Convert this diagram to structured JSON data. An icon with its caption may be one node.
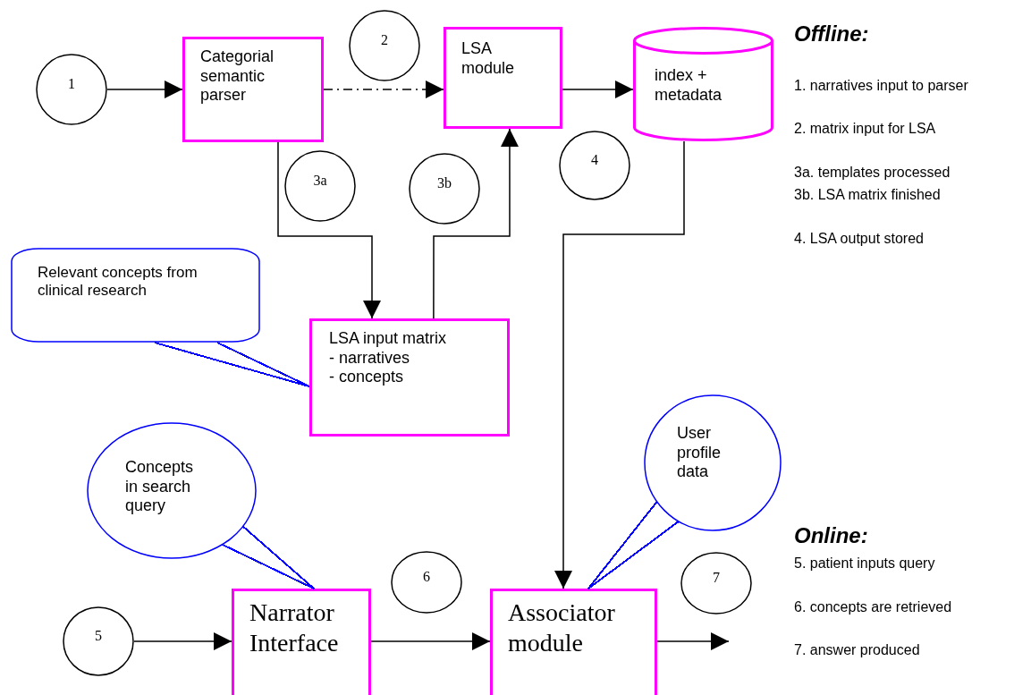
{
  "diagram": {
    "nodes": [
      {
        "text": [
          "1"
        ]
      },
      {
        "text": [
          "Categorial semantic parser"
        ]
      },
      {
        "text": [
          "2"
        ]
      },
      {
        "text": [
          "LSA module"
        ]
      },
      {
        "text": [
          "index + metadata"
        ]
      },
      {
        "text": [
          "3a"
        ]
      },
      {
        "text": [
          "3b"
        ]
      },
      {
        "text": [
          "4"
        ]
      },
      {
        "text": [
          "Relevant concepts from clinical research"
        ]
      },
      {
        "text": [
          "LSA input matrix",
          "- narratives",
          "- concepts"
        ]
      },
      {
        "text": [
          "Concepts in search query"
        ]
      },
      {
        "text": [
          "User profile data"
        ]
      },
      {
        "text": [
          "5"
        ]
      },
      {
        "text": [
          "Narrator Interface"
        ]
      },
      {
        "text": [
          "6"
        ]
      },
      {
        "text": [
          "Associator module"
        ]
      },
      {
        "text": [
          "7"
        ]
      }
    ],
    "edges": [
      {
        "from": 0,
        "to": 1,
        "arrow": "to"
      },
      {
        "from": 1,
        "to": 3,
        "arrow": "to",
        "style": "dashed"
      },
      {
        "from": 3,
        "to": 4,
        "arrow": "to"
      },
      {
        "from": 1,
        "to": 9,
        "arrow": "to"
      },
      {
        "from": 9,
        "to": 3,
        "arrow": "to"
      },
      {
        "from": 4,
        "to": 15,
        "arrow": "to"
      },
      {
        "from": 12,
        "to": 13,
        "arrow": "to"
      },
      {
        "from": 13,
        "to": 15,
        "arrow": "to"
      },
      {
        "from": 15,
        "to": null,
        "arrow": "to"
      },
      {
        "from": 8,
        "to": 9,
        "arrow": "none",
        "color": "#0000ff"
      },
      {
        "from": 10,
        "to": 13,
        "arrow": "none",
        "color": "#0000ff"
      },
      {
        "from": 11,
        "to": 15,
        "arrow": "none",
        "color": "#0000ff"
      }
    ],
    "labels": [
      "Offline:",
      "1. narratives input to parser",
      "2. matrix input for LSA",
      "3a. templates processed",
      "3b. LSA matrix finished",
      "4. LSA output stored",
      "Online:",
      "5. patient inputs query",
      "6. concepts are retrieved",
      "7. answer produced"
    ]
  }
}
